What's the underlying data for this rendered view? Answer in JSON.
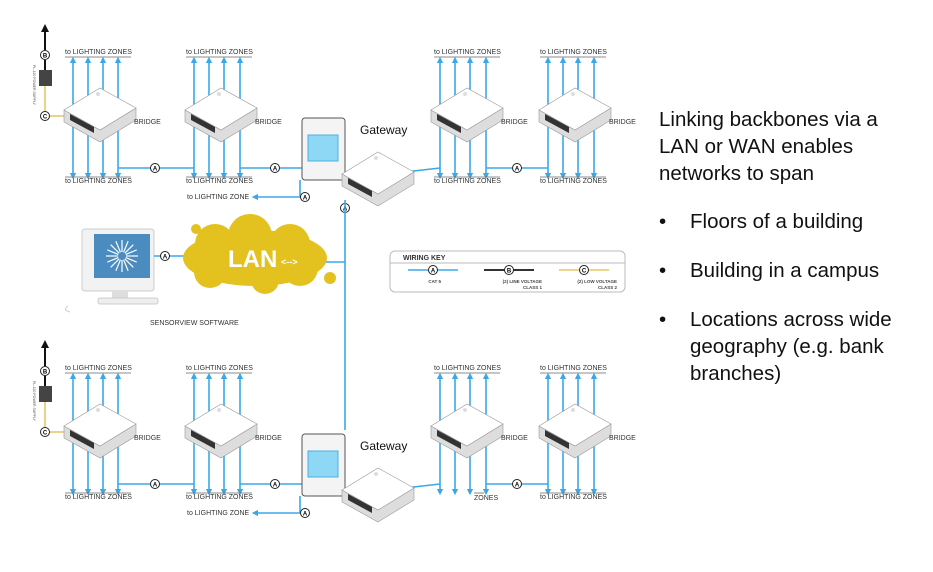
{
  "diagram": {
    "to_lighting_zones": "to LIGHTING ZONES",
    "to_lighting_zone": "to LIGHTING ZONE",
    "zones_partial": "ZONES",
    "bridge": "BRIDGE",
    "gateway": "Gateway",
    "connector_a": "A",
    "connector_b": "B",
    "connector_c": "C",
    "power_supply": "PL-120 POWER SUPPLY",
    "lan": "LAN",
    "lan_arrow": "<-->",
    "software": "SENSORVIEW SOFTWARE",
    "colors": {
      "cat5": "#3aa8e8",
      "line_voltage": "#333333",
      "low_voltage": "#e8c76a",
      "cloud": "#e3c21f",
      "screen": "#4a8cc0"
    }
  },
  "wiring_key": {
    "title": "WIRING KEY",
    "items": [
      {
        "letter": "A",
        "line1": "CAT 5",
        "line2": ""
      },
      {
        "letter": "B",
        "line1": "(2) LINE VOLTAGE",
        "line2": "CLASS 1"
      },
      {
        "letter": "C",
        "line1": "(2) LOW VOLTAGE",
        "line2": "CLASS 2"
      }
    ]
  },
  "side": {
    "intro": "Linking backbones via a LAN or WAN enables networks to span",
    "bullet_char": "•",
    "bullets": [
      "Floors of a building",
      "Building in a campus",
      "Locations across wide geography (e.g. bank branches)"
    ]
  }
}
